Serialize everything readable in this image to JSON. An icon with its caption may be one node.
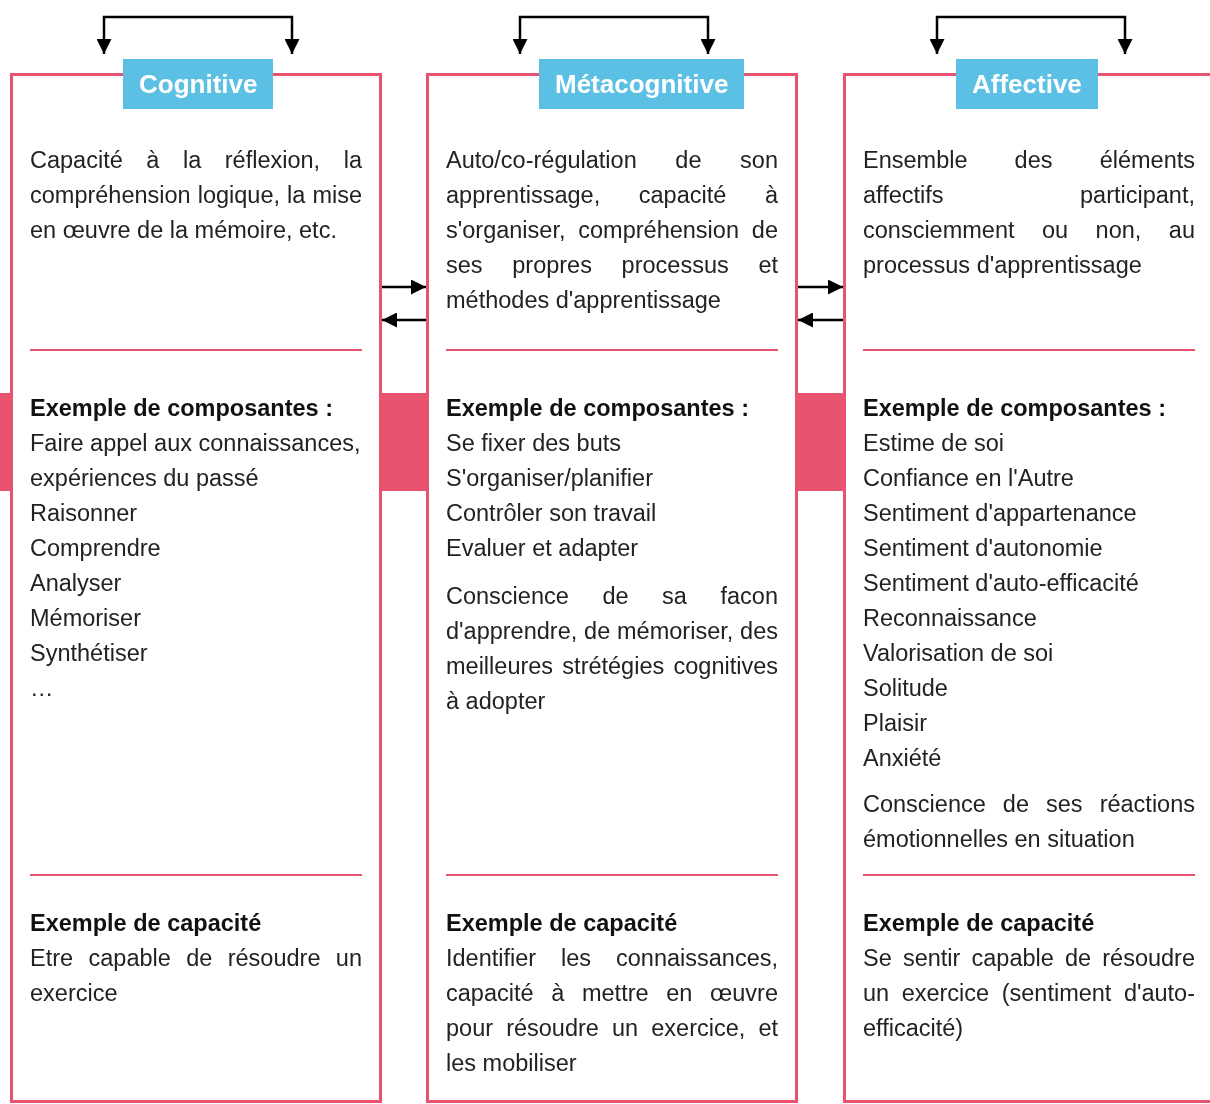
{
  "diagram": {
    "nodes": [
      {
        "text": [
          "Cognitive"
        ]
      },
      {
        "text": [
          "Capacité à la réflexion, la compréhension logique, la mise en œuvre de la mémoire, etc."
        ],
        "in": 0
      },
      {
        "text": [
          "Exemple de composantes :",
          "Faire appel aux connaissances, expériences du passé",
          "Raisonner",
          "Comprendre",
          "Analyser",
          "Mémoriser",
          "Synthétiser",
          "…"
        ],
        "in": 0
      },
      {
        "text": [
          "Exemple de capacité",
          "Etre capable de résoudre un exercice"
        ],
        "in": 0
      },
      {
        "text": [
          "Métacognitive"
        ]
      },
      {
        "text": [
          "Auto/co-régulation de son apprentissage, capacité à s'organiser, compréhension de ses propres processus et méthodes d'apprentissage"
        ],
        "in": 4
      },
      {
        "text": [
          "Exemple de composantes :",
          "Se fixer des buts",
          "S'organiser/planifier",
          "Contrôler son travail",
          "Evaluer et adapter"
        ],
        "in": 4
      },
      {
        "text": [
          "Conscience de sa facon d'apprendre, de mémoriser, des meilleures strétégies cognitives à adopter"
        ],
        "in": 4
      },
      {
        "text": [
          "Exemple de capacité",
          "Identifier les connaissances, capacité à mettre en œuvre pour résoudre un exercice, et les mobiliser"
        ],
        "in": 4
      },
      {
        "text": [
          "Affective"
        ]
      },
      {
        "text": [
          "Ensemble des éléments affectifs participant, consciemment ou non, au processus d'apprentissage"
        ],
        "in": 9
      },
      {
        "text": [
          "Exemple de composantes :",
          "Estime de soi",
          "Confiance en l'Autre",
          "Sentiment d'appartenance",
          "Sentiment d'autonomie",
          "Sentiment d'auto-efficacité",
          "Reconnaissance",
          "Valorisation de soi",
          "Solitude",
          "Plaisir",
          "Anxiété"
        ],
        "in": 9
      },
      {
        "text": [
          "Conscience de ses réactions émotionnelles en situation"
        ],
        "in": 9
      },
      {
        "text": [
          "Exemple de capacité",
          "Se sentir capable de résoudre un exercice (sentiment d'auto-efficacité)"
        ],
        "in": 9
      }
    ],
    "edges": [
      {
        "from": null,
        "to": 0,
        "arrow": "to"
      },
      {
        "from": null,
        "to": 0,
        "arrow": "to"
      },
      {
        "from": null,
        "to": 4,
        "arrow": "to"
      },
      {
        "from": null,
        "to": 4,
        "arrow": "to"
      },
      {
        "from": null,
        "to": 9,
        "arrow": "to"
      },
      {
        "from": null,
        "to": 9,
        "arrow": "to"
      },
      {
        "from": 0,
        "to": 4,
        "arrow": "to"
      },
      {
        "from": 4,
        "to": 0,
        "arrow": "to"
      },
      {
        "from": 4,
        "to": 9,
        "arrow": "to"
      },
      {
        "from": 9,
        "to": 4,
        "arrow": "to"
      },
      {
        "from": null,
        "to": 0,
        "arrow": "none",
        "style": "thick",
        "color": "#e8546f"
      },
      {
        "from": 0,
        "to": 4,
        "arrow": "none",
        "style": "thick",
        "color": "#e8546f"
      },
      {
        "from": 4,
        "to": 9,
        "arrow": "none",
        "style": "thick",
        "color": "#e8546f"
      }
    ]
  }
}
